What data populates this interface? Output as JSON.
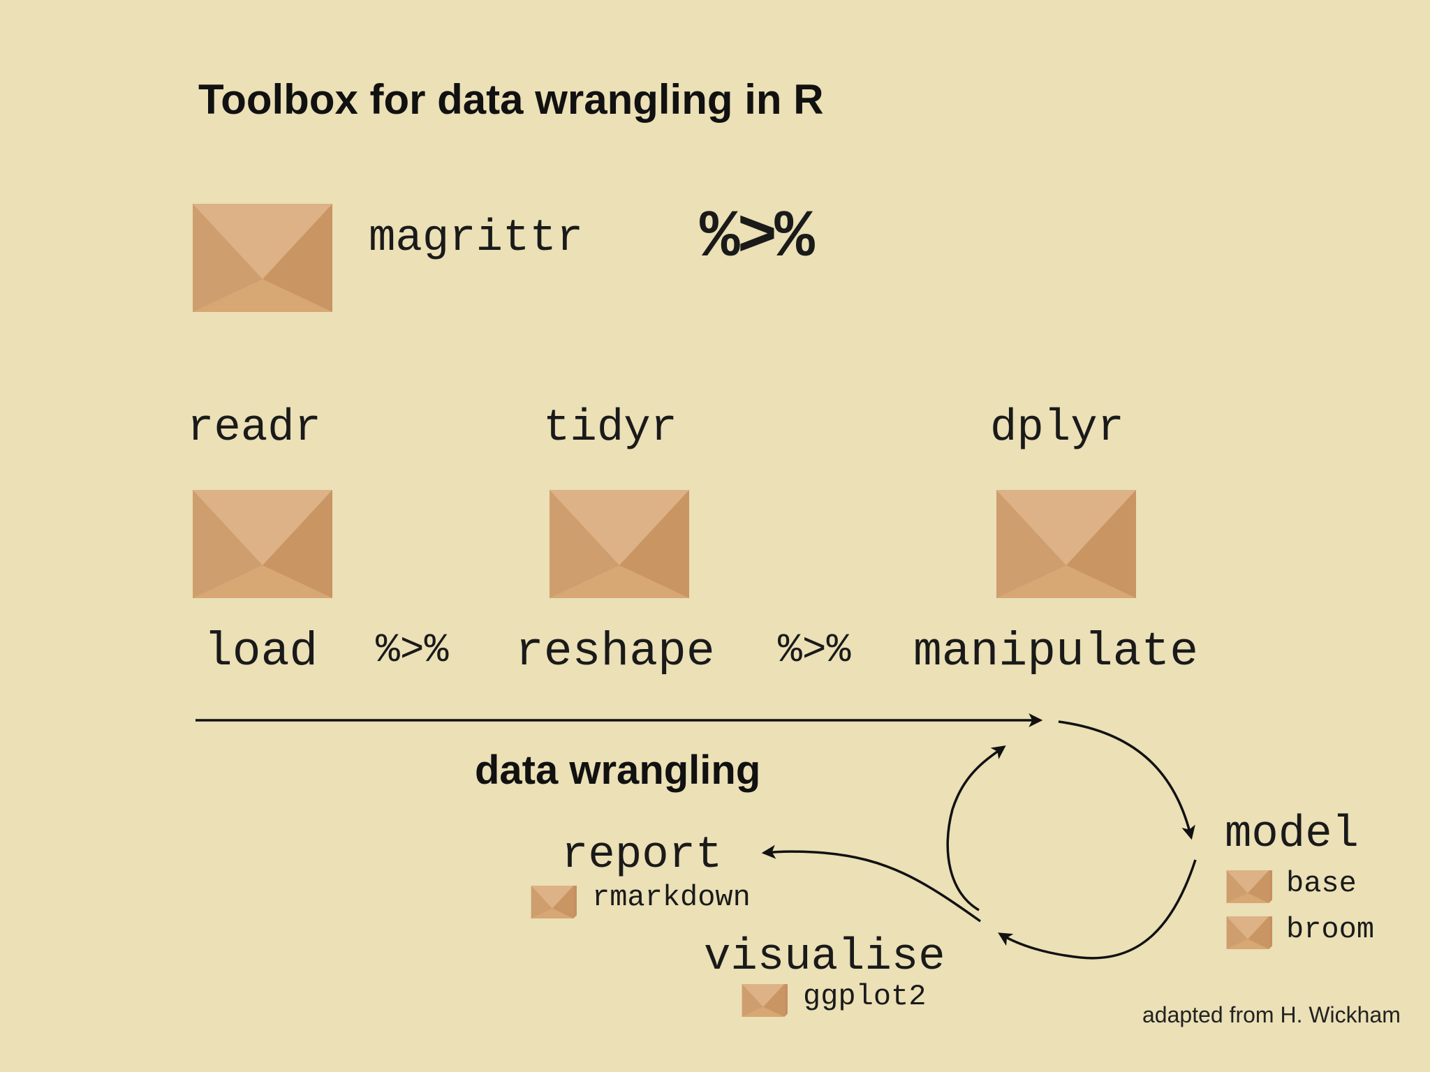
{
  "title": "Toolbox for data wrangling in R",
  "pipe_package": {
    "name": "magrittr",
    "operator": "%>%"
  },
  "packages": [
    {
      "name": "readr",
      "step": "load"
    },
    {
      "name": "tidyr",
      "step": "reshape"
    },
    {
      "name": "dplyr",
      "step": "manipulate"
    }
  ],
  "pipes": [
    "%>%",
    "%>%"
  ],
  "wrangling_label": "data wrangling",
  "cycle": {
    "model": {
      "label": "model",
      "packages": [
        "base",
        "broom"
      ]
    },
    "report": {
      "label": "report",
      "packages": [
        "rmarkdown"
      ]
    },
    "visualise": {
      "label": "visualise",
      "packages": [
        "ggplot2"
      ]
    }
  },
  "credit": "adapted from H. Wickham",
  "colors": {
    "background": "#ebe0b6",
    "box_front": "#d9a877",
    "box_top": "#e3bc92",
    "box_side": "#c69062",
    "text": "#111111"
  }
}
